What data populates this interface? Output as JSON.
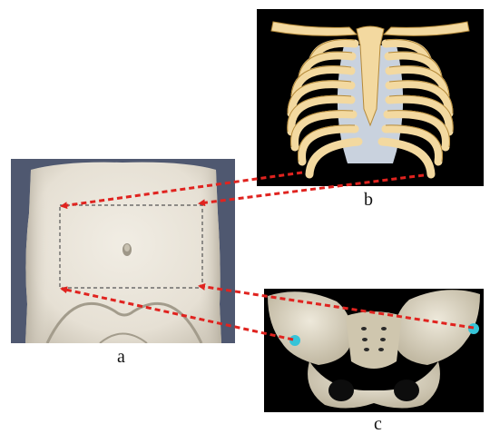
{
  "figure": {
    "labels": {
      "a": "a",
      "b": "b",
      "c": "c"
    },
    "colors": {
      "arrow": "#e0231f",
      "dashed_box": "#555555",
      "panel_a_background": "#4f5870",
      "skin": "#ece7dc",
      "rib_bone": "#f3d9a0",
      "rib_outline": "#b58a3a",
      "cartilage": "#c9d2de",
      "pelvis_bone": "#e6e0cf",
      "landmark_marker": "#36c4d8"
    },
    "panels": {
      "a": "torso-3d-scan",
      "b": "rib-cage-illustration",
      "c": "pelvis-photo"
    }
  }
}
